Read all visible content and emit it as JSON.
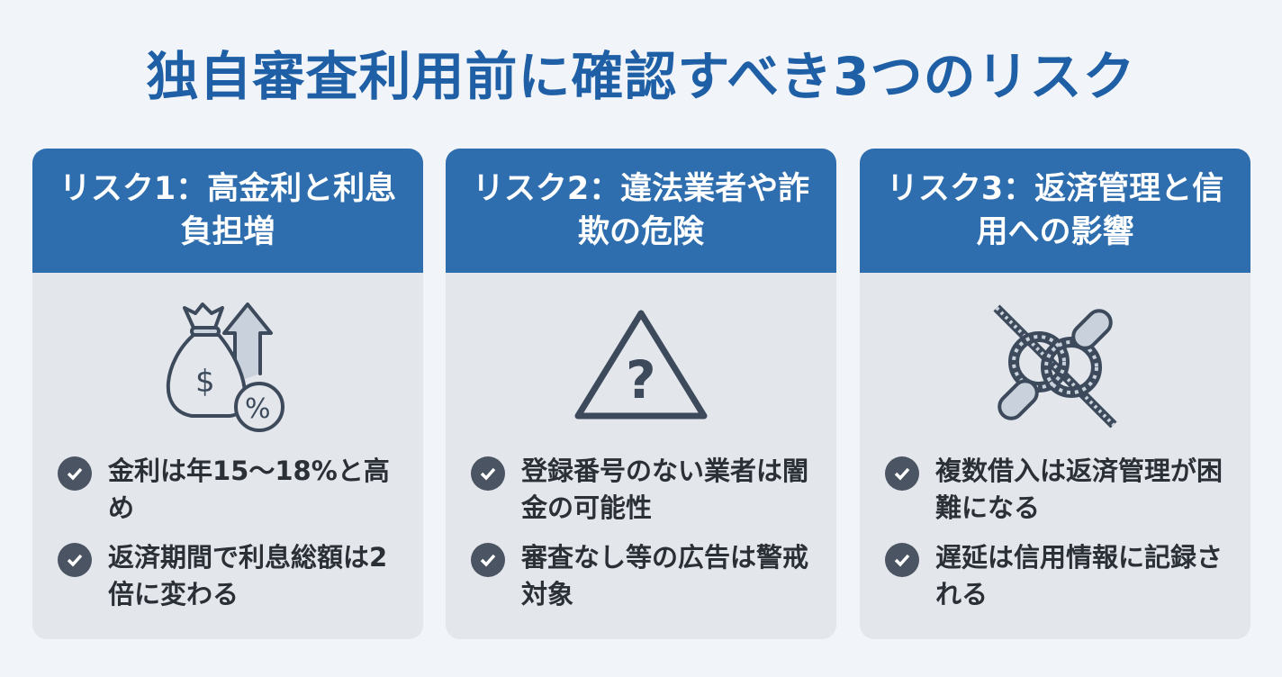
{
  "title": "独自審査利用前に確認すべき3つのリスク",
  "cards": [
    {
      "heading": "リスク1：高金利と利息負担増",
      "icon": "money-bag-percent-up-icon",
      "bullets": [
        "金利は年15〜18%と高め",
        "返済期間で利息総額は2倍に変わる"
      ]
    },
    {
      "heading": "リスク2：違法業者や詐欺の危険",
      "icon": "warning-question-icon",
      "bullets": [
        "登録番号のない業者は闇金の可能性",
        "審査なし等の広告は警戒対象"
      ]
    },
    {
      "heading": "リスク3：返済管理と信用への影響",
      "icon": "rope-chain-knot-icon",
      "bullets": [
        "複数借入は返済管理が困難になる",
        "遅延は信用情報に記録される"
      ]
    }
  ],
  "colors": {
    "title": "#1f5fa5",
    "header": "#2f6eae",
    "card": "#e3e7ec",
    "icon": "#3d4a5c"
  }
}
